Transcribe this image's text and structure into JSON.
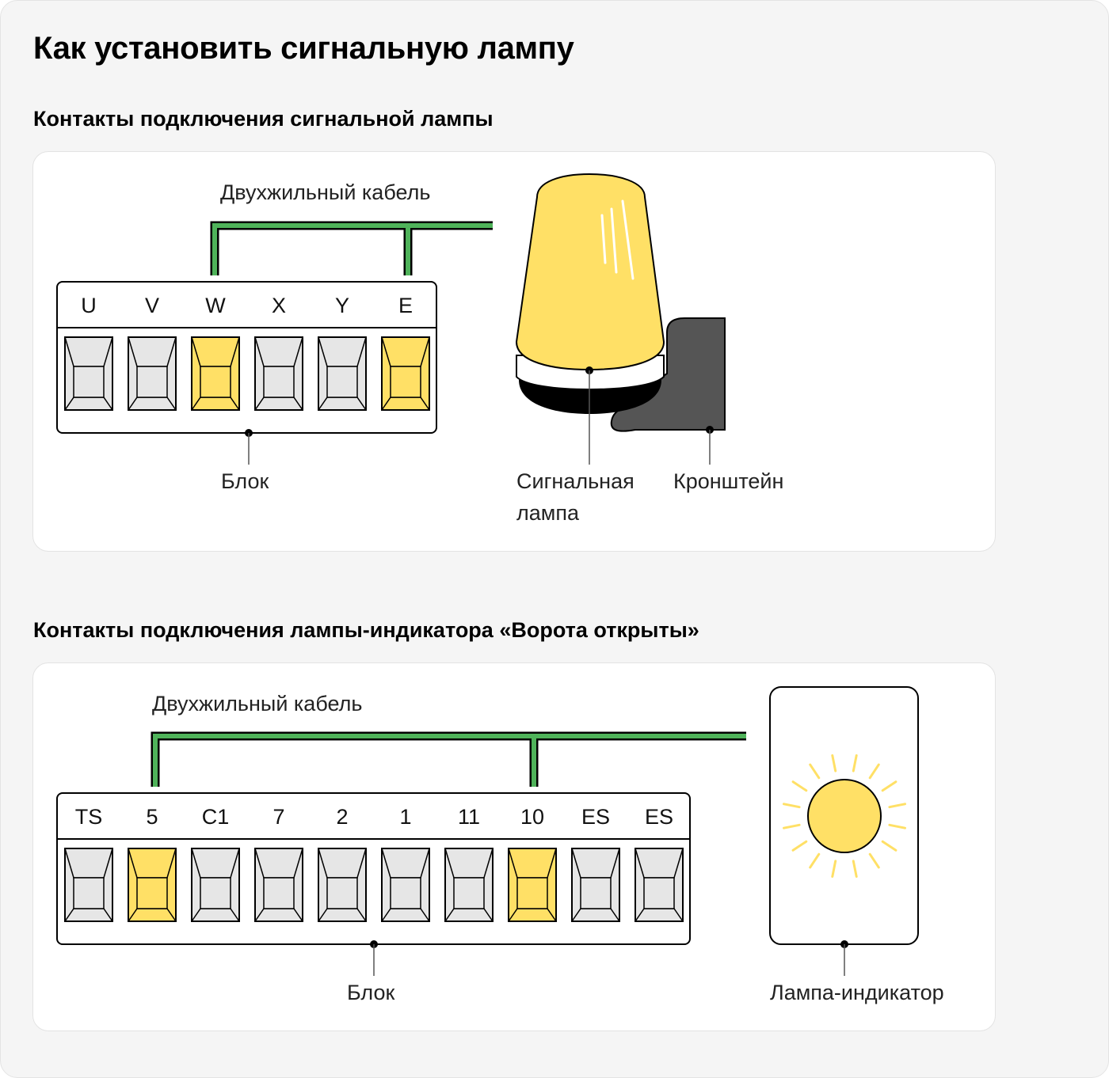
{
  "title": "Как установить сигнальную лампу",
  "section1": {
    "heading": "Контакты подключения сигнальной лампы",
    "cable_label": "Двухжильный кабель",
    "block_label": "Блок",
    "lamp_label_line1": "Сигнальная",
    "lamp_label_line2": "лампа",
    "bracket_label": "Кронштейн",
    "terminals": [
      {
        "label": "U",
        "connected": false
      },
      {
        "label": "V",
        "connected": false
      },
      {
        "label": "W",
        "connected": true
      },
      {
        "label": "X",
        "connected": false
      },
      {
        "label": "Y",
        "connected": false
      },
      {
        "label": "E",
        "connected": true
      }
    ]
  },
  "section2": {
    "heading": "Контакты подключения лампы-индикатора «Ворота открыты»",
    "cable_label": "Двухжильный кабель",
    "block_label": "Блок",
    "indicator_label": "Лампа-индикатор",
    "terminals": [
      {
        "label": "TS",
        "connected": false
      },
      {
        "label": "5",
        "connected": true
      },
      {
        "label": "C1",
        "connected": false
      },
      {
        "label": "7",
        "connected": false
      },
      {
        "label": "2",
        "connected": false
      },
      {
        "label": "1",
        "connected": false
      },
      {
        "label": "11",
        "connected": false
      },
      {
        "label": "10",
        "connected": true
      },
      {
        "label": "ES",
        "connected": false
      },
      {
        "label": "ES",
        "connected": false
      }
    ]
  },
  "colors": {
    "cable": "#4fb35a",
    "terminal_active": "#ffe066",
    "terminal_idle": "#e6e6e6",
    "lamp": "#ffe066",
    "bracket": "#555555",
    "sun": "#ffe066"
  },
  "icons": {
    "lamp": "signal-lamp-icon",
    "bracket": "bracket-icon",
    "indicator": "sun-indicator-icon"
  }
}
